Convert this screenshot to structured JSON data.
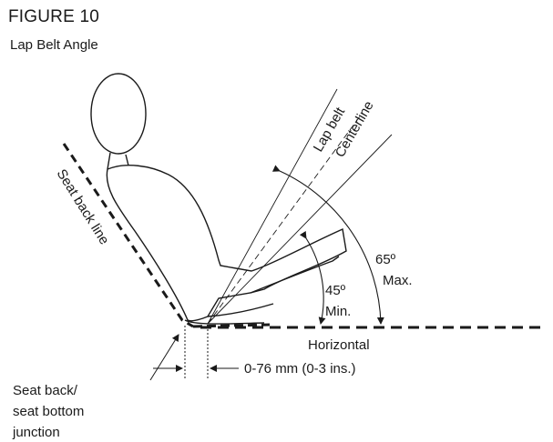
{
  "figure": {
    "title": "FIGURE 10",
    "subtitle": "Lap Belt Angle"
  },
  "labels": {
    "seat_back_line": "Seat back line",
    "lap_belt_line1": "Lap belt",
    "lap_belt_line2": "Centerline",
    "max_angle": "65º",
    "max_word": "Max.",
    "min_angle": "45º",
    "min_word": "Min.",
    "horizontal": "Horizontal",
    "offset_range": "0-76 mm (0-3 ins.)",
    "junction_line1": "Seat back/",
    "junction_line2": "seat bottom",
    "junction_line3": "junction"
  },
  "colors": {
    "ink": "#1a1a1a",
    "background": "#ffffff"
  }
}
